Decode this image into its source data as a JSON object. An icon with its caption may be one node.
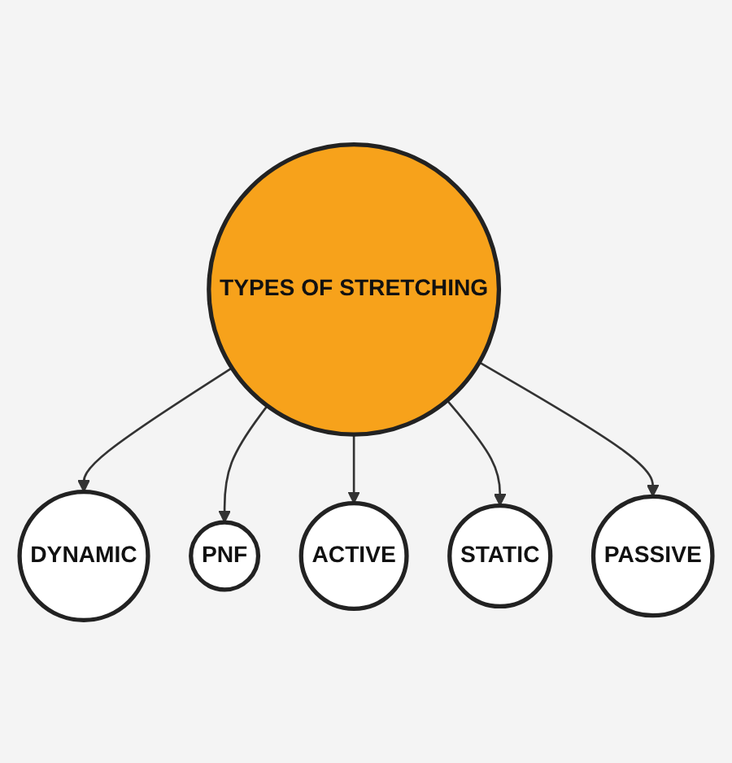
{
  "diagram": {
    "nodes": [
      {
        "text": [
          "DYNAMIC"
        ]
      },
      {
        "text": [
          "PNF"
        ]
      },
      {
        "text": [
          "TYPES OF STRETCHING"
        ]
      },
      {
        "text": [
          "ACTIVE"
        ]
      },
      {
        "text": [
          "STATIC"
        ]
      },
      {
        "text": [
          "PASSIVE"
        ]
      }
    ],
    "edges": [
      {
        "from": 2,
        "to": 0,
        "arrow": "to"
      },
      {
        "from": 2,
        "to": 1,
        "arrow": "to"
      },
      {
        "from": 2,
        "to": 3,
        "arrow": "to"
      },
      {
        "from": 2,
        "to": 4,
        "arrow": "to"
      },
      {
        "from": 2,
        "to": 5,
        "arrow": "to"
      }
    ]
  }
}
